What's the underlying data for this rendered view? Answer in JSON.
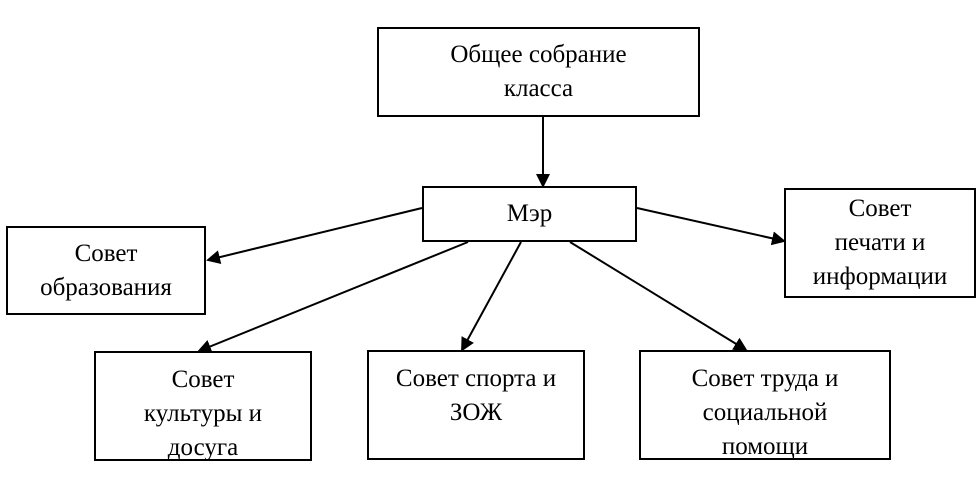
{
  "diagram": {
    "nodes": {
      "assembly": {
        "label": "Общее собрание\nкласса"
      },
      "mayor": {
        "label": "Мэр"
      },
      "education": {
        "label": "Совет\nобразования"
      },
      "press": {
        "label": "Совет\nпечати и\nинформации"
      },
      "culture": {
        "label": "Совет\nкультуры и\nдосуга"
      },
      "sport": {
        "label": "Совет спорта и\nЗОЖ"
      },
      "labor": {
        "label": "Совет труда и\nсоциальной\nпомощи"
      }
    },
    "edges": [
      {
        "from": "assembly",
        "to": "mayor"
      },
      {
        "from": "mayor",
        "to": "education"
      },
      {
        "from": "mayor",
        "to": "press"
      },
      {
        "from": "mayor",
        "to": "culture"
      },
      {
        "from": "mayor",
        "to": "sport"
      },
      {
        "from": "mayor",
        "to": "labor"
      }
    ],
    "colors": {
      "stroke": "#000000",
      "background": "#ffffff"
    }
  }
}
